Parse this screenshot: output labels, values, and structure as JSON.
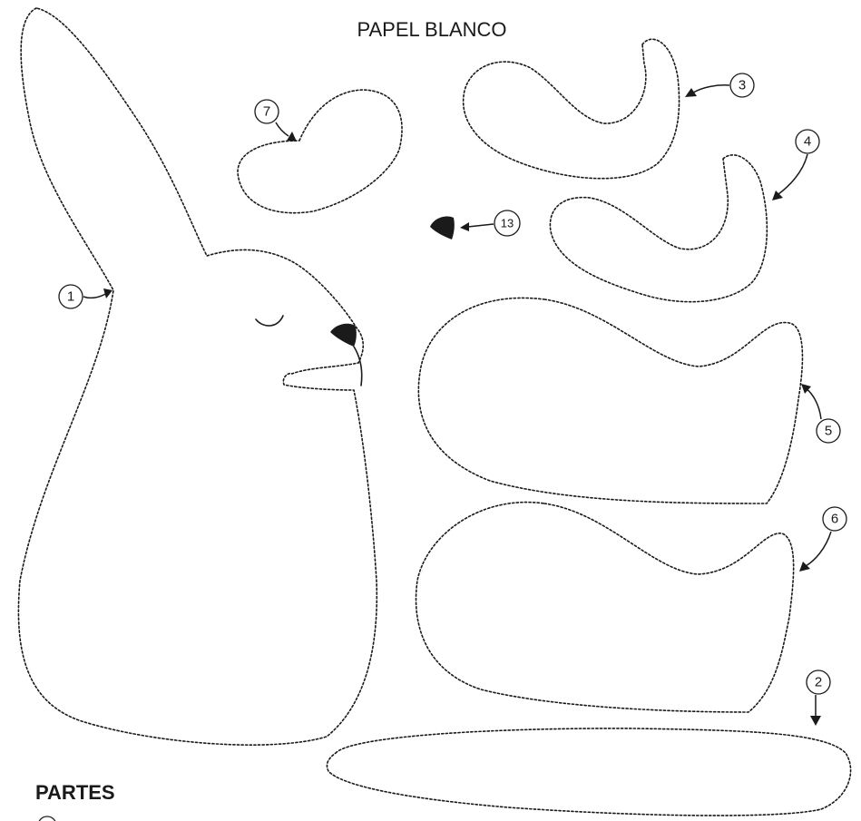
{
  "title": "PAPEL BLANCO",
  "section_heading": "PARTES",
  "parts": [
    {
      "number": "1",
      "label": "1"
    },
    {
      "number": "2",
      "label": "2"
    },
    {
      "number": "3",
      "label": "3"
    },
    {
      "number": "4",
      "label": "4"
    },
    {
      "number": "5",
      "label": "5"
    },
    {
      "number": "6",
      "label": "6"
    },
    {
      "number": "7",
      "label": "7"
    },
    {
      "number": "13",
      "label": "13"
    }
  ],
  "colors": {
    "ink": "#1a1a1a",
    "paper": "#ffffff"
  }
}
